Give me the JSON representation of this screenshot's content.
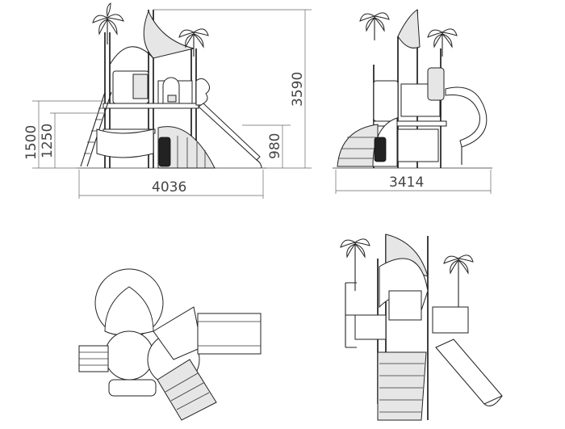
{
  "dimensions": {
    "front_width": "4036",
    "side_width": "3414",
    "total_height": "3590",
    "height_1500": "1500",
    "height_1250": "1250",
    "slide_height": "980"
  }
}
